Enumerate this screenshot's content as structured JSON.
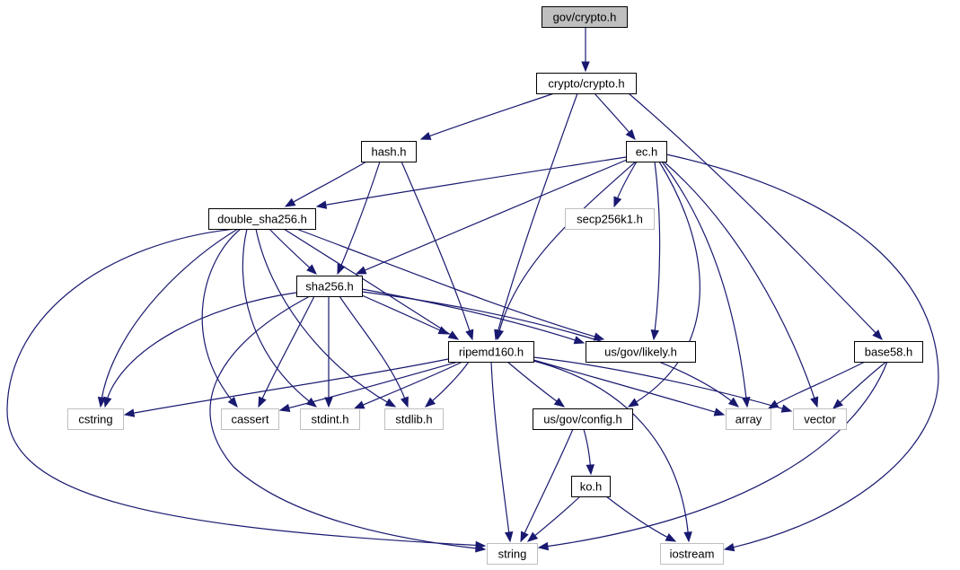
{
  "colors": {
    "edge": "#191970",
    "node_border_local": "#000000",
    "node_border_external": "#bfbfbf",
    "node_fill_focus": "#bfbfbf",
    "node_fill": "#ffffff"
  },
  "nodes": [
    {
      "id": "gov_crypto",
      "label": "gov/crypto.h",
      "kind": "focus"
    },
    {
      "id": "crypto_crypto",
      "label": "crypto/crypto.h",
      "kind": "local"
    },
    {
      "id": "hash",
      "label": "hash.h",
      "kind": "local"
    },
    {
      "id": "ec",
      "label": "ec.h",
      "kind": "local"
    },
    {
      "id": "double_sha256",
      "label": "double_sha256.h",
      "kind": "local"
    },
    {
      "id": "secp256k1",
      "label": "secp256k1.h",
      "kind": "external"
    },
    {
      "id": "sha256",
      "label": "sha256.h",
      "kind": "local"
    },
    {
      "id": "ripemd160",
      "label": "ripemd160.h",
      "kind": "local"
    },
    {
      "id": "likely",
      "label": "us/gov/likely.h",
      "kind": "local"
    },
    {
      "id": "base58",
      "label": "base58.h",
      "kind": "local"
    },
    {
      "id": "cstring",
      "label": "cstring",
      "kind": "external"
    },
    {
      "id": "cassert",
      "label": "cassert",
      "kind": "external"
    },
    {
      "id": "stdint",
      "label": "stdint.h",
      "kind": "external"
    },
    {
      "id": "stdlib",
      "label": "stdlib.h",
      "kind": "external"
    },
    {
      "id": "config",
      "label": "us/gov/config.h",
      "kind": "local"
    },
    {
      "id": "array",
      "label": "array",
      "kind": "external"
    },
    {
      "id": "vector",
      "label": "vector",
      "kind": "external"
    },
    {
      "id": "ko",
      "label": "ko.h",
      "kind": "local"
    },
    {
      "id": "string",
      "label": "string",
      "kind": "external"
    },
    {
      "id": "iostream",
      "label": "iostream",
      "kind": "external"
    }
  ],
  "edges": [
    {
      "from": "gov_crypto",
      "to": "crypto_crypto"
    },
    {
      "from": "crypto_crypto",
      "to": "hash"
    },
    {
      "from": "crypto_crypto",
      "to": "ec"
    },
    {
      "from": "crypto_crypto",
      "to": "ripemd160"
    },
    {
      "from": "crypto_crypto",
      "to": "base58"
    },
    {
      "from": "hash",
      "to": "double_sha256"
    },
    {
      "from": "hash",
      "to": "sha256"
    },
    {
      "from": "hash",
      "to": "ripemd160"
    },
    {
      "from": "ec",
      "to": "double_sha256"
    },
    {
      "from": "ec",
      "to": "secp256k1"
    },
    {
      "from": "ec",
      "to": "sha256"
    },
    {
      "from": "ec",
      "to": "ripemd160"
    },
    {
      "from": "ec",
      "to": "likely"
    },
    {
      "from": "ec",
      "to": "config"
    },
    {
      "from": "ec",
      "to": "array"
    },
    {
      "from": "ec",
      "to": "vector"
    },
    {
      "from": "ec",
      "to": "iostream"
    },
    {
      "from": "double_sha256",
      "to": "sha256"
    },
    {
      "from": "double_sha256",
      "to": "ripemd160"
    },
    {
      "from": "double_sha256",
      "to": "likely"
    },
    {
      "from": "double_sha256",
      "to": "cstring"
    },
    {
      "from": "double_sha256",
      "to": "cassert"
    },
    {
      "from": "double_sha256",
      "to": "stdint"
    },
    {
      "from": "double_sha256",
      "to": "stdlib"
    },
    {
      "from": "double_sha256",
      "to": "string"
    },
    {
      "from": "sha256",
      "to": "ripemd160"
    },
    {
      "from": "sha256",
      "to": "likely"
    },
    {
      "from": "sha256",
      "to": "cstring"
    },
    {
      "from": "sha256",
      "to": "cassert"
    },
    {
      "from": "sha256",
      "to": "stdint"
    },
    {
      "from": "sha256",
      "to": "stdlib"
    },
    {
      "from": "sha256",
      "to": "array"
    },
    {
      "from": "sha256",
      "to": "string"
    },
    {
      "from": "ripemd160",
      "to": "cstring"
    },
    {
      "from": "ripemd160",
      "to": "cassert"
    },
    {
      "from": "ripemd160",
      "to": "stdint"
    },
    {
      "from": "ripemd160",
      "to": "stdlib"
    },
    {
      "from": "ripemd160",
      "to": "config"
    },
    {
      "from": "ripemd160",
      "to": "array"
    },
    {
      "from": "ripemd160",
      "to": "vector"
    },
    {
      "from": "ripemd160",
      "to": "string"
    },
    {
      "from": "ripemd160",
      "to": "iostream"
    },
    {
      "from": "base58",
      "to": "array"
    },
    {
      "from": "base58",
      "to": "vector"
    },
    {
      "from": "base58",
      "to": "string"
    },
    {
      "from": "config",
      "to": "ko"
    },
    {
      "from": "config",
      "to": "string"
    },
    {
      "from": "ko",
      "to": "string"
    },
    {
      "from": "ko",
      "to": "iostream"
    }
  ]
}
